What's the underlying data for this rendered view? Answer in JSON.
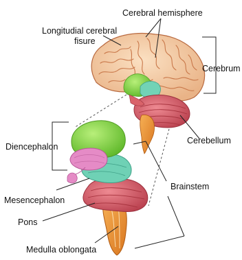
{
  "labels": {
    "cerebral_hemisphere": "Cerebral hemisphere",
    "longitudinal_fissure_line1": "Longitudial cerebral",
    "longitudinal_fissure_line2": "fisure",
    "cerebrum": "Cerebrum",
    "cerebellum": "Cerebellum",
    "diencephalon": "Diencephalon",
    "brainstem": "Brainstem",
    "mesencephalon": "Mesencephalon",
    "pons": "Pons",
    "medulla_oblongata": "Medulla oblongata"
  },
  "colors": {
    "cerebrum_fill": "#f3c9a0",
    "cerebrum_gyri": "#c9784a",
    "diencephalon": "#8ad64a",
    "thalamus_pink": "#e58bc6",
    "mesencephalon": "#6fd1b5",
    "pons": "#d9636a",
    "cerebellum": "#d75b68",
    "medulla": "#e8903a",
    "line": "#222222"
  }
}
